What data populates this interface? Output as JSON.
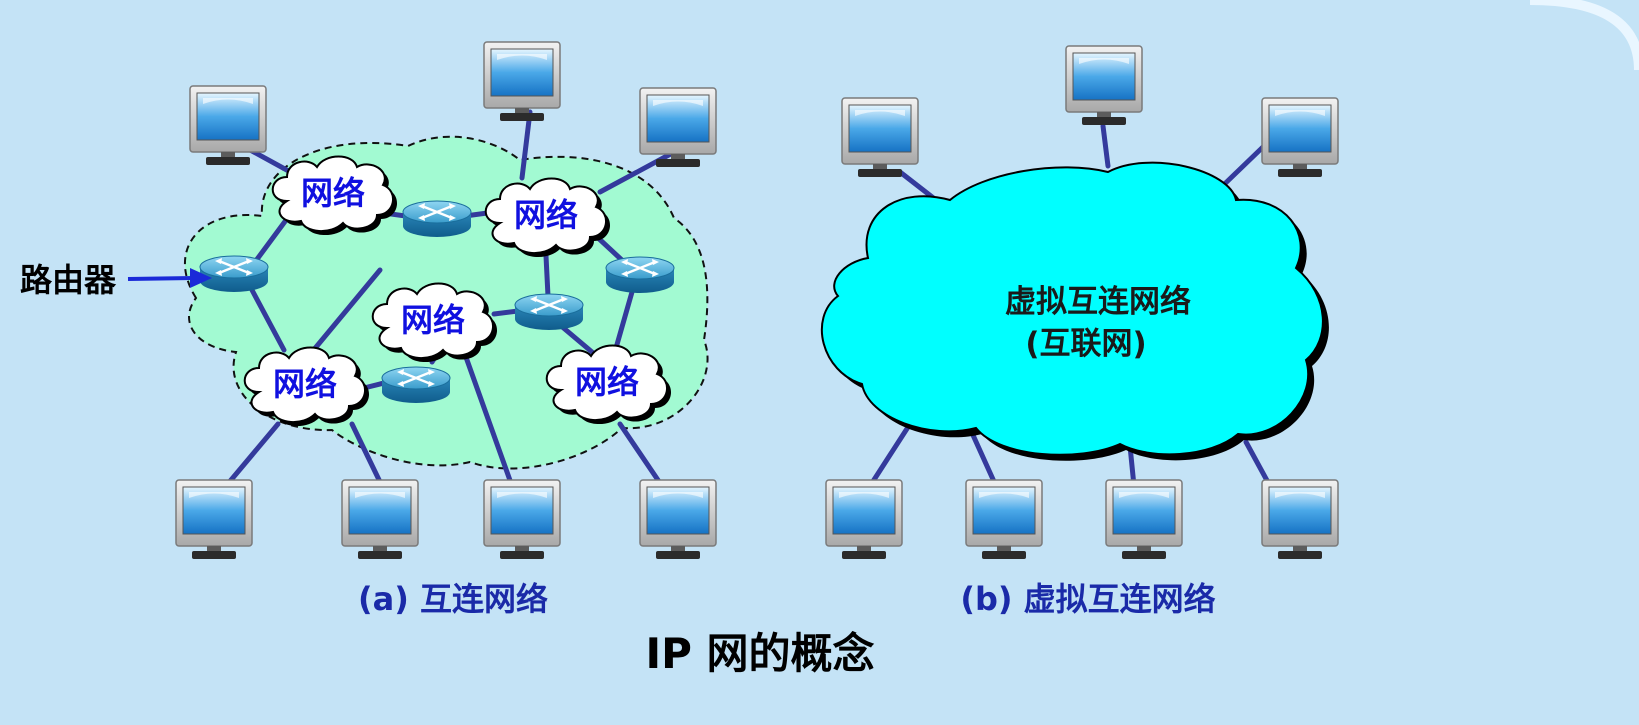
{
  "colors": {
    "background": "#c4e3f6",
    "link": "#343a9c",
    "cluster_fill": "#a2fad2",
    "virtual_cloud_fill": "#00ffff",
    "network_label": "#1010e0",
    "caption": "#1a2aa8"
  },
  "icons": {
    "computer": "computer-monitor-icon",
    "router": "router-icon",
    "network": "cloud-icon"
  },
  "diagram_a": {
    "network_label": "网络",
    "router_label": "路由器",
    "caption": "(a) 互连网络"
  },
  "diagram_b": {
    "virtual_network_line1": "虚拟互连网络",
    "virtual_network_line2": "(互联网)",
    "caption": "(b) 虚拟互连网络"
  },
  "title": "IP 网的概念"
}
